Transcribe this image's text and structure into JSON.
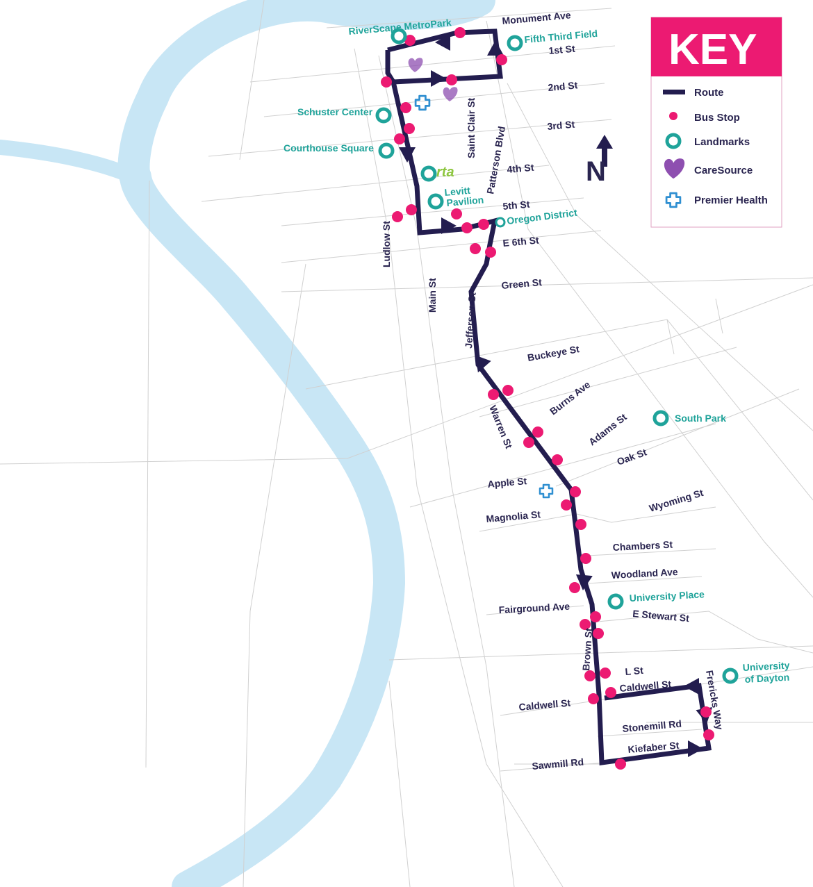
{
  "colors": {
    "route": "#231d4f",
    "stop": "#ec1a72",
    "landmark": "#1fa39a",
    "river": "#c8e6f5",
    "street": "#d0d0d0",
    "caresource": "#8e4fb0",
    "premier": "#2f8fd1",
    "key_header": "#ec1a72",
    "rta": "#8dc63f"
  },
  "key": {
    "title": "KEY",
    "items": [
      {
        "label": "Route",
        "icon": "route-line-icon"
      },
      {
        "label": "Bus Stop",
        "icon": "bus-stop-dot-icon"
      },
      {
        "label": "Landmarks",
        "icon": "landmark-ring-icon"
      },
      {
        "label": "CareSource",
        "icon": "caresource-heart-icon"
      },
      {
        "label": "Premier Health",
        "icon": "premier-health-cross-icon"
      }
    ]
  },
  "north_label": "N",
  "rta_logo": "rta",
  "streets": [
    "Monument Ave",
    "1st St",
    "2nd St",
    "3rd St",
    "4th St",
    "5th St",
    "E 6th St",
    "Green St",
    "Buckeye St",
    "Burns Ave",
    "Adams St",
    "Oak St",
    "Apple St",
    "Magnolia St",
    "Wyoming St",
    "Chambers St",
    "Woodland Ave",
    "Fairground Ave",
    "E Stewart St",
    "L St",
    "Caldwell St",
    "Caldwell St",
    "Stonemill Rd",
    "Kiefaber St",
    "Sawmill Rd",
    "Ludlow St",
    "Main St",
    "Saint Clair St",
    "Patterson Blvd",
    "Jefferson St",
    "Warren St",
    "Brown St",
    "Frericks Way"
  ],
  "landmarks": [
    "RiverScape MetroPark",
    "Fifth Third Field",
    "Schuster Center",
    "Courthouse Square",
    "Levitt",
    "Pavilion",
    "Oregon District",
    "South Park",
    "University Place",
    "University",
    "of Dayton"
  ]
}
